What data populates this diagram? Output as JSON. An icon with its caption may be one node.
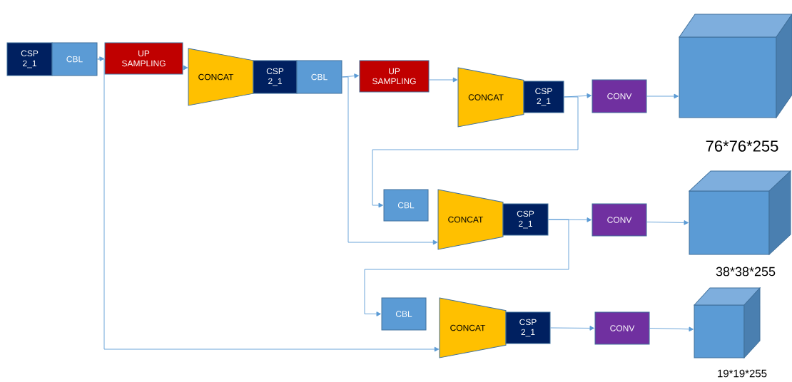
{
  "diagram": {
    "nodes": [
      {
        "text": [
          "CSP 2_1"
        ]
      },
      {
        "text": [
          "CBL"
        ]
      },
      {
        "text": [
          "UP SAMPLING"
        ]
      },
      {
        "text": [
          "CONCAT"
        ]
      },
      {
        "text": [
          "CSP 2_1"
        ]
      },
      {
        "text": [
          "CBL"
        ]
      },
      {
        "text": [
          "UP SAMPLING"
        ]
      },
      {
        "text": [
          "CONCAT"
        ]
      },
      {
        "text": [
          "CSP 2_1"
        ]
      },
      {
        "text": [
          "CONV"
        ]
      },
      {
        "text": [],
        "shape": "cube",
        "beside": [
          "76*76*255"
        ]
      },
      {
        "text": [
          "CBL"
        ]
      },
      {
        "text": [
          "CONCAT"
        ]
      },
      {
        "text": [
          "CSP 2_1"
        ]
      },
      {
        "text": [
          "CONV"
        ]
      },
      {
        "text": [],
        "shape": "cube",
        "beside": [
          "38*38*255"
        ]
      },
      {
        "text": [
          "CBL"
        ]
      },
      {
        "text": [
          "CONCAT"
        ]
      },
      {
        "text": [
          "CSP 2_1"
        ]
      },
      {
        "text": [
          "CONV"
        ]
      },
      {
        "text": [],
        "shape": "cube",
        "beside": [
          "19*19*255"
        ]
      }
    ],
    "edges": [
      {
        "from": 1,
        "to": 2,
        "arrow": "to"
      },
      {
        "from": 2,
        "to": 3,
        "arrow": "to"
      },
      {
        "from": 5,
        "to": 6,
        "arrow": "to"
      },
      {
        "from": 6,
        "to": 7,
        "arrow": "to"
      },
      {
        "from": 8,
        "to": 9,
        "arrow": "to"
      },
      {
        "from": 9,
        "to": 10,
        "arrow": "to"
      },
      {
        "from": 8,
        "to": 11,
        "arrow": "to"
      },
      {
        "from": 5,
        "to": 12,
        "arrow": "to"
      },
      {
        "from": 13,
        "to": 14,
        "arrow": "to"
      },
      {
        "from": 14,
        "to": 15,
        "arrow": "to"
      },
      {
        "from": 13,
        "to": 16,
        "arrow": "to"
      },
      {
        "from": 18,
        "to": 19,
        "arrow": "to"
      },
      {
        "from": 19,
        "to": 20,
        "arrow": "to"
      },
      {
        "from": 1,
        "to": 17,
        "arrow": "to"
      }
    ]
  }
}
